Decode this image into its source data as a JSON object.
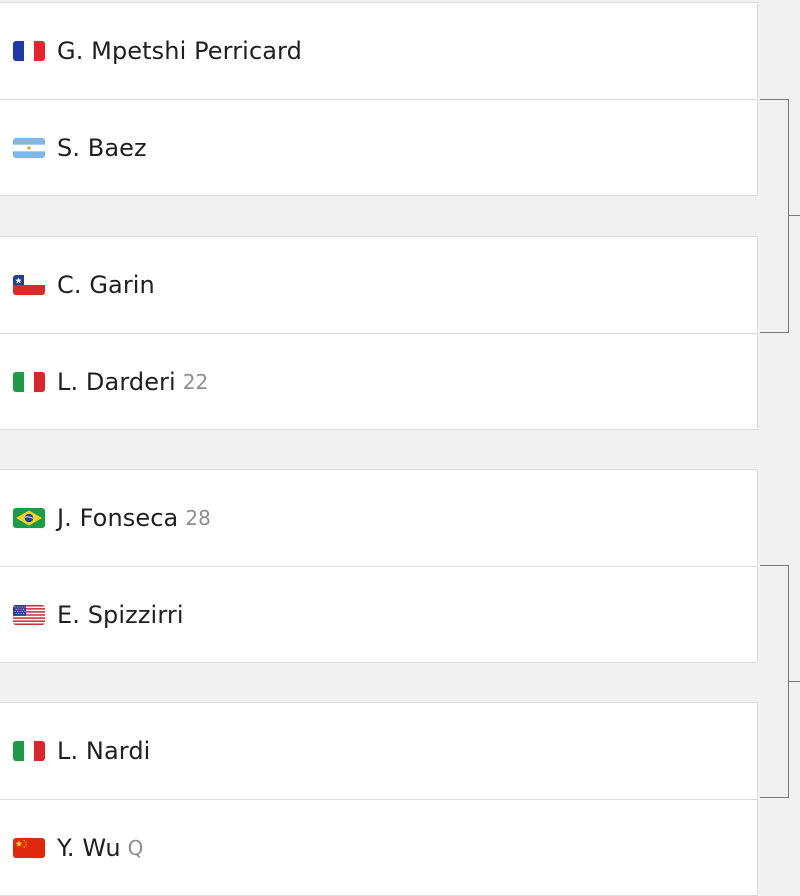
{
  "matches": [
    {
      "players": [
        {
          "name": "G. Mpetshi Perricard",
          "tag": "",
          "flag_icon": "france-flag-icon"
        },
        {
          "name": "S. Baez",
          "tag": "",
          "flag_icon": "argentina-flag-icon"
        }
      ]
    },
    {
      "players": [
        {
          "name": "C. Garin",
          "tag": "",
          "flag_icon": "chile-flag-icon"
        },
        {
          "name": "L. Darderi",
          "tag": "22",
          "flag_icon": "italy-flag-icon"
        }
      ]
    },
    {
      "players": [
        {
          "name": "J. Fonseca",
          "tag": "28",
          "flag_icon": "brazil-flag-icon"
        },
        {
          "name": "E. Spizzirri",
          "tag": "",
          "flag_icon": "usa-flag-icon"
        }
      ]
    },
    {
      "players": [
        {
          "name": "L. Nardi",
          "tag": "",
          "flag_icon": "italy-flag-icon"
        },
        {
          "name": "Y. Wu",
          "tag": "Q",
          "flag_icon": "china-flag-icon"
        }
      ]
    }
  ],
  "colors": {
    "page_background": "#f1f1f1",
    "card_background": "#ffffff",
    "divider": "#dcdcdc",
    "connector_line": "#7a7a7a",
    "name_text": "#1f1f1f",
    "tag_text": "#8e8e8e"
  }
}
